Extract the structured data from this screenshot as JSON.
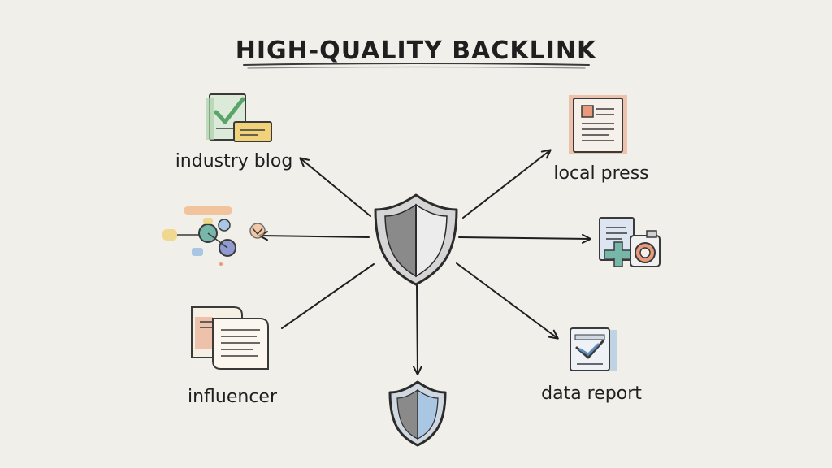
{
  "title": "HIGH-QUALITY BACKLINK",
  "nodes": {
    "industry_blog": {
      "label": "industry blog"
    },
    "local_press": {
      "label": "local press"
    },
    "influencer": {
      "label": "influencer"
    },
    "data_report": {
      "label": "data report"
    }
  },
  "icons": {
    "center": "shield-icon",
    "bottom": "shield-icon",
    "industry_blog": "checked-document-icon",
    "local_press": "newspaper-icon",
    "network": "network-nodes-icon",
    "media": "media-document-icon",
    "influencer": "scroll-document-icon",
    "data_report": "report-checkmark-icon"
  },
  "colors": {
    "background": "#f1efea",
    "ink": "#1f1f1f",
    "shield_grey": "#8a8a8a",
    "shield_blue": "#a9c7e3",
    "green": "#7fb98a",
    "yellow": "#f1d27a",
    "salmon": "#e89a7c",
    "teal": "#77b7a9"
  }
}
